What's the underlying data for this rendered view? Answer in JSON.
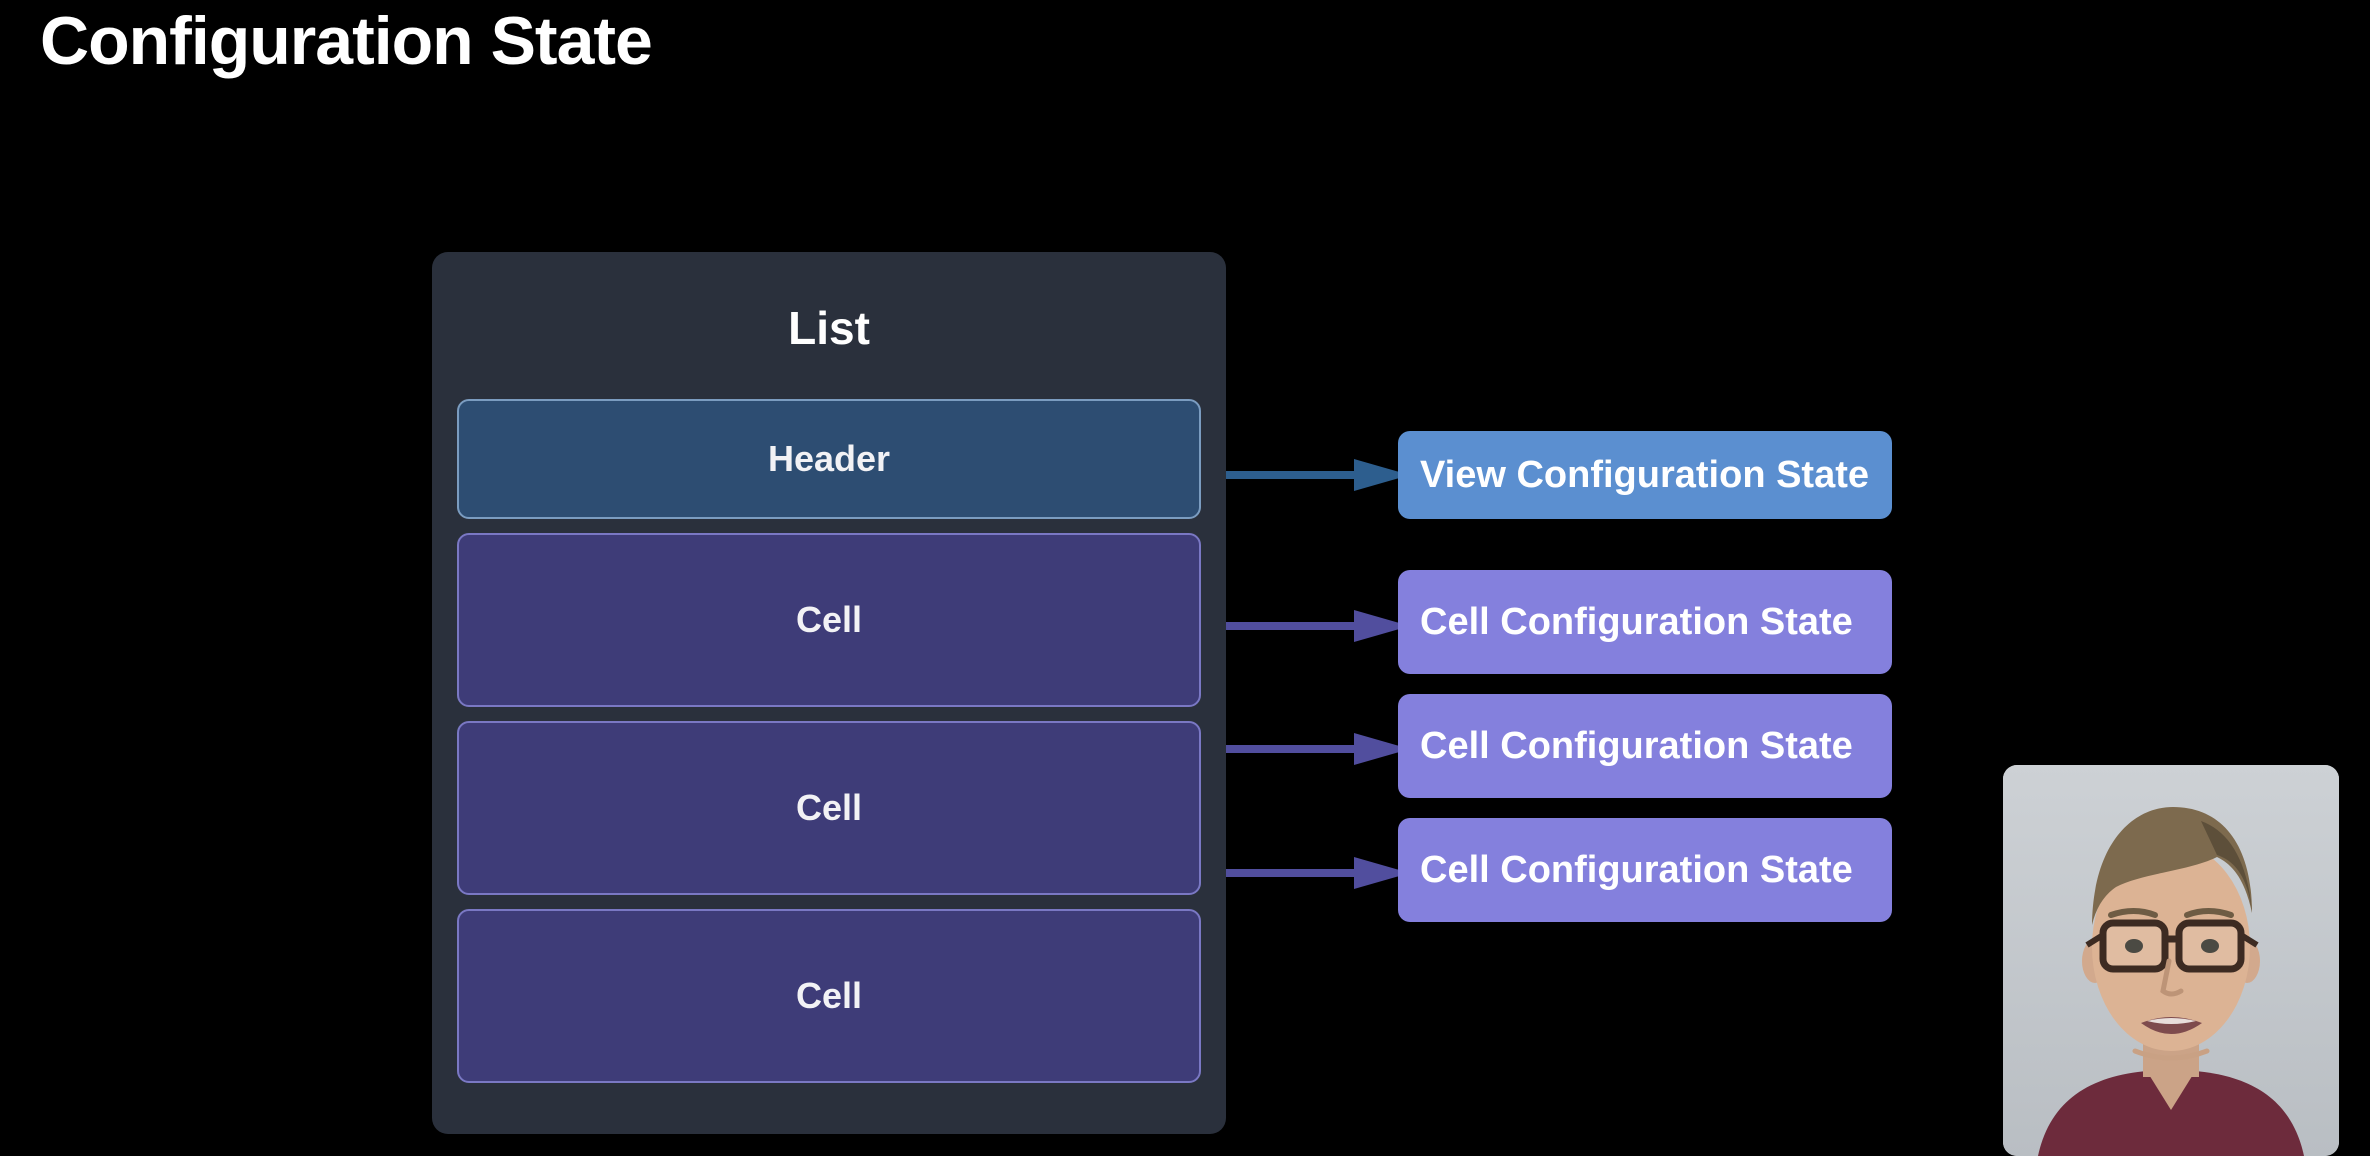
{
  "slide": {
    "title": "Configuration State",
    "background_color": "#000000",
    "title_color": "#ffffff"
  },
  "list": {
    "title": "List",
    "container_color": "#2a303c",
    "rows": [
      {
        "label": "Header",
        "kind": "header",
        "fill": "#2d4d72",
        "border": "#7b9cc0"
      },
      {
        "label": "Cell",
        "kind": "cell",
        "fill": "#3e3c78",
        "border": "#7a78c4"
      },
      {
        "label": "Cell",
        "kind": "cell",
        "fill": "#3e3c78",
        "border": "#7a78c4"
      },
      {
        "label": "Cell",
        "kind": "cell",
        "fill": "#3e3c78",
        "border": "#7a78c4"
      }
    ]
  },
  "states": [
    {
      "label": "View Configuration State",
      "kind": "view",
      "fill": "#5b8fd0",
      "arrow_color": "#2d5e8e"
    },
    {
      "label": "Cell Configuration State",
      "kind": "cell",
      "fill": "#8480dd",
      "arrow_color": "#514e9e"
    },
    {
      "label": "Cell Configuration State",
      "kind": "cell",
      "fill": "#8480dd",
      "arrow_color": "#514e9e"
    },
    {
      "label": "Cell Configuration State",
      "kind": "cell",
      "fill": "#8480dd",
      "arrow_color": "#514e9e"
    }
  ],
  "presenter": {
    "description": "presenter video inset",
    "background_color": "#c5c9cd"
  }
}
